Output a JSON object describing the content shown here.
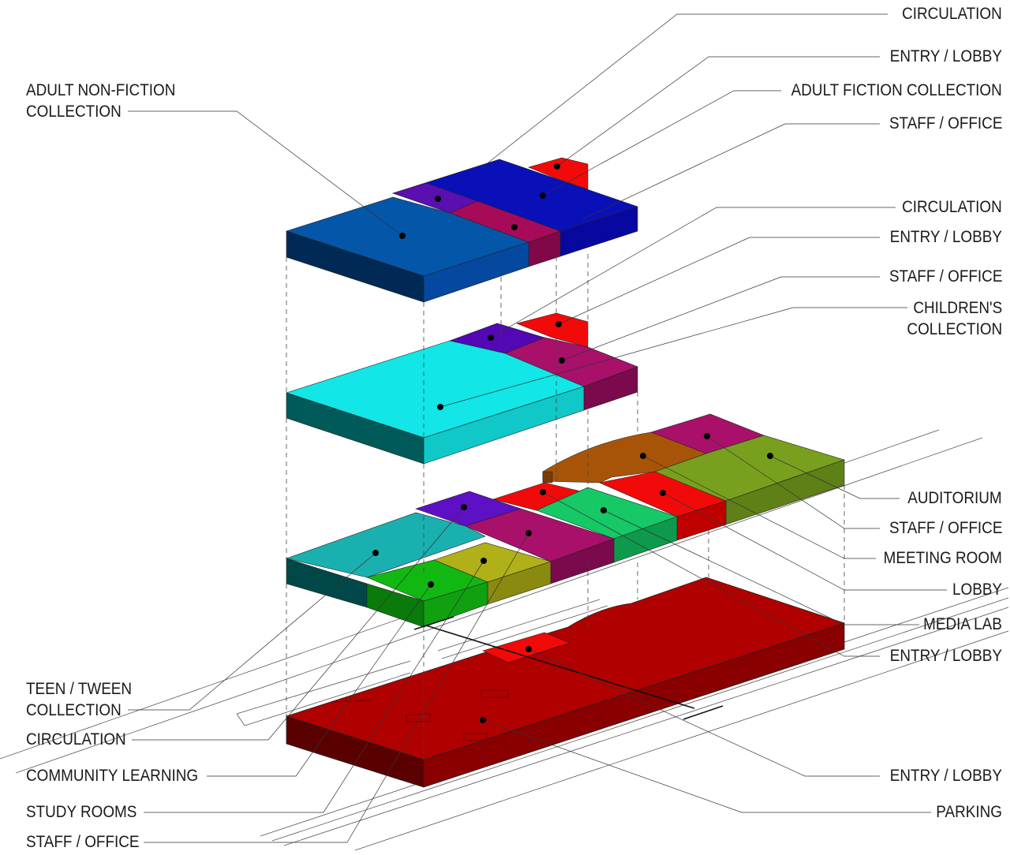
{
  "labels_left": [
    {
      "id": "adult-nonfiction",
      "lines": [
        "ADULT NON-FICTION",
        "COLLECTION"
      ]
    },
    {
      "id": "teen-tween",
      "lines": [
        "TEEN / TWEEN",
        "COLLECTION"
      ]
    },
    {
      "id": "circulation-ground",
      "lines": [
        "CIRCULATION"
      ]
    },
    {
      "id": "community-learning",
      "lines": [
        "COMMUNITY LEARNING"
      ]
    },
    {
      "id": "study-rooms",
      "lines": [
        "STUDY ROOMS"
      ]
    },
    {
      "id": "staff-office-ground",
      "lines": [
        "STAFF / OFFICE"
      ]
    }
  ],
  "labels_right": [
    {
      "id": "circulation-top",
      "lines": [
        "CIRCULATION"
      ]
    },
    {
      "id": "entry-lobby-top",
      "lines": [
        "ENTRY / LOBBY"
      ]
    },
    {
      "id": "adult-fiction",
      "lines": [
        "ADULT FICTION COLLECTION"
      ]
    },
    {
      "id": "staff-office-top",
      "lines": [
        "STAFF / OFFICE"
      ]
    },
    {
      "id": "circulation-second",
      "lines": [
        "CIRCULATION"
      ]
    },
    {
      "id": "entry-lobby-second",
      "lines": [
        "ENTRY / LOBBY"
      ]
    },
    {
      "id": "staff-office-second",
      "lines": [
        "STAFF / OFFICE"
      ]
    },
    {
      "id": "childrens-collection",
      "lines": [
        "CHILDREN'S",
        "COLLECTION"
      ]
    },
    {
      "id": "auditorium",
      "lines": [
        "AUDITORIUM"
      ]
    },
    {
      "id": "staff-office-ground-right",
      "lines": [
        "STAFF / OFFICE"
      ]
    },
    {
      "id": "meeting-room",
      "lines": [
        "MEETING ROOM"
      ]
    },
    {
      "id": "lobby",
      "lines": [
        "LOBBY"
      ]
    },
    {
      "id": "media-lab",
      "lines": [
        "MEDIA LAB"
      ]
    },
    {
      "id": "entry-lobby-ground",
      "lines": [
        "ENTRY / LOBBY"
      ]
    },
    {
      "id": "entry-lobby-parking",
      "lines": [
        "ENTRY / LOBBY"
      ]
    },
    {
      "id": "parking",
      "lines": [
        "PARKING"
      ]
    }
  ],
  "colors": {
    "top_nonfiction": "#0456a8",
    "top_fiction": "#0a10b8",
    "top_circulation": "#5a0fb0",
    "top_staff": "#a80a5a",
    "entry_red": "#f20a0a",
    "children_cyan": "#12e6e6",
    "second_circulation": "#5208b4",
    "second_staff": "#a8106a",
    "teen_teal": "#1ab0b0",
    "community_green": "#12b812",
    "study_olive": "#b0b018",
    "ground_circulation": "#5e10c4",
    "ground_staff": "#a8106a",
    "media_green": "#16c866",
    "auditorium_brown": "#a85408",
    "meeting_olive": "#78a01e",
    "parking_red": "#b00000"
  }
}
